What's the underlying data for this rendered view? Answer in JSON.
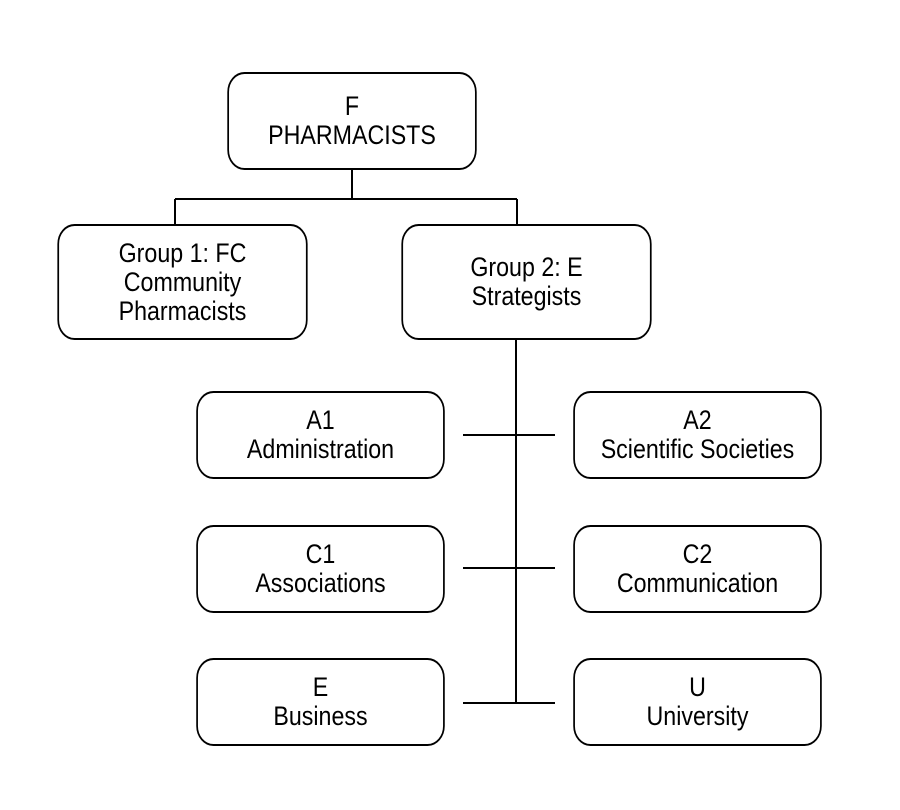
{
  "root": {
    "code": "F",
    "title": "PHARMACISTS"
  },
  "group1": {
    "title": "Group 1: FC",
    "line2": "Community",
    "line3": "Pharmacists"
  },
  "group2": {
    "title": "Group 2: E",
    "line2": "Strategists"
  },
  "subgroups": {
    "a1": {
      "code": "A1",
      "name": "Administration"
    },
    "a2": {
      "code": "A2",
      "name": "Scientific Societies"
    },
    "c1": {
      "code": "C1",
      "name": "Associations"
    },
    "c2": {
      "code": "C2",
      "name": "Communication"
    },
    "e": {
      "code": "E",
      "name": "Business"
    },
    "u": {
      "code": "U",
      "name": "University"
    }
  }
}
